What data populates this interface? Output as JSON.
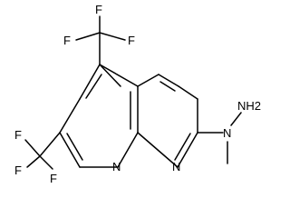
{
  "molecule": {
    "labels": {
      "ring_n_left": "N",
      "ring_n_right": "N",
      "hydrazine_n": "N",
      "amine": "NH2",
      "f": "F"
    }
  },
  "colors": {
    "bond": "#000000",
    "background": "#ffffff"
  }
}
